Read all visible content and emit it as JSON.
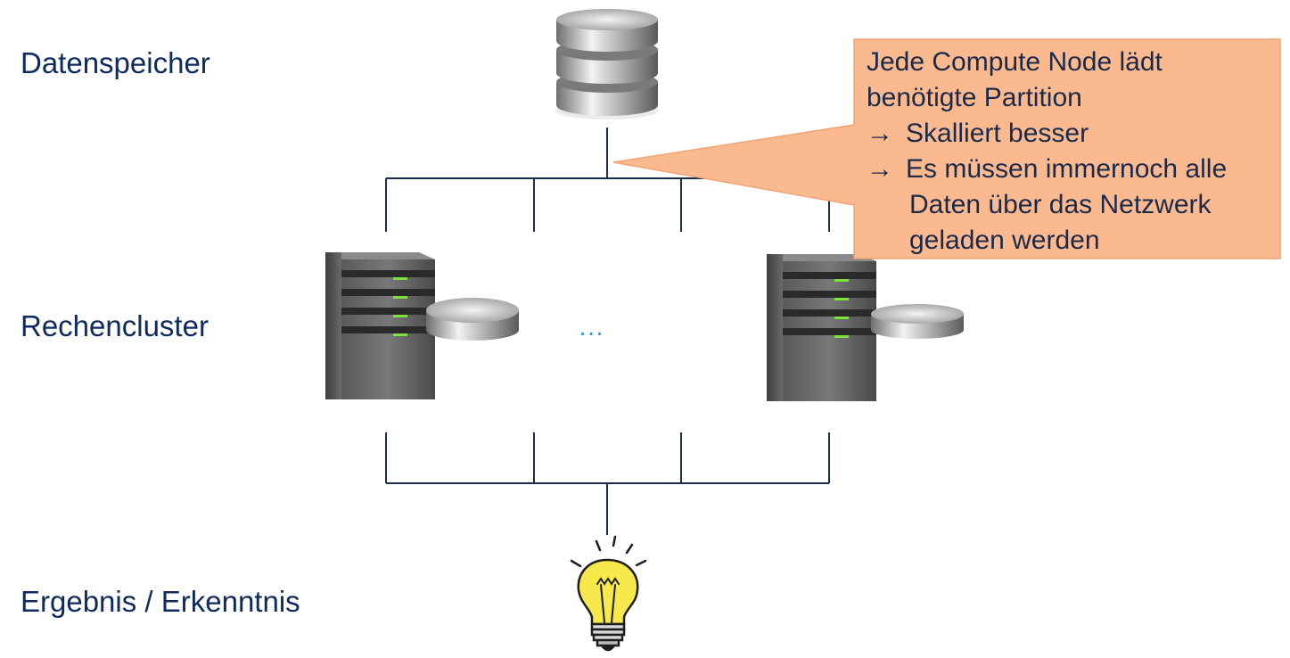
{
  "labels": {
    "storage": "Datenspeicher",
    "cluster": "Rechencluster",
    "result": "Ergebnis / Erkenntnis"
  },
  "ellipsis": "…",
  "callout": {
    "line1": "Jede Compute Node lädt",
    "line2": "benötigte Partition",
    "arrow": "→",
    "bullet1": "Skalliert besser",
    "bullet2_a": "Es müssen immernoch alle",
    "bullet2_b": "Daten über das Netzwerk",
    "bullet2_c": "geladen werden"
  },
  "colors": {
    "label": "#0f2a5e",
    "line": "#1c2c4c",
    "callout_fill": "#fbb98f",
    "callout_border": "#f2a273",
    "led": "#7ee23a",
    "bulb": "#f7e94c"
  },
  "icons": {
    "storage": "database-icon",
    "server": "server-icon",
    "disk": "disk-icon",
    "result": "lightbulb-icon"
  }
}
